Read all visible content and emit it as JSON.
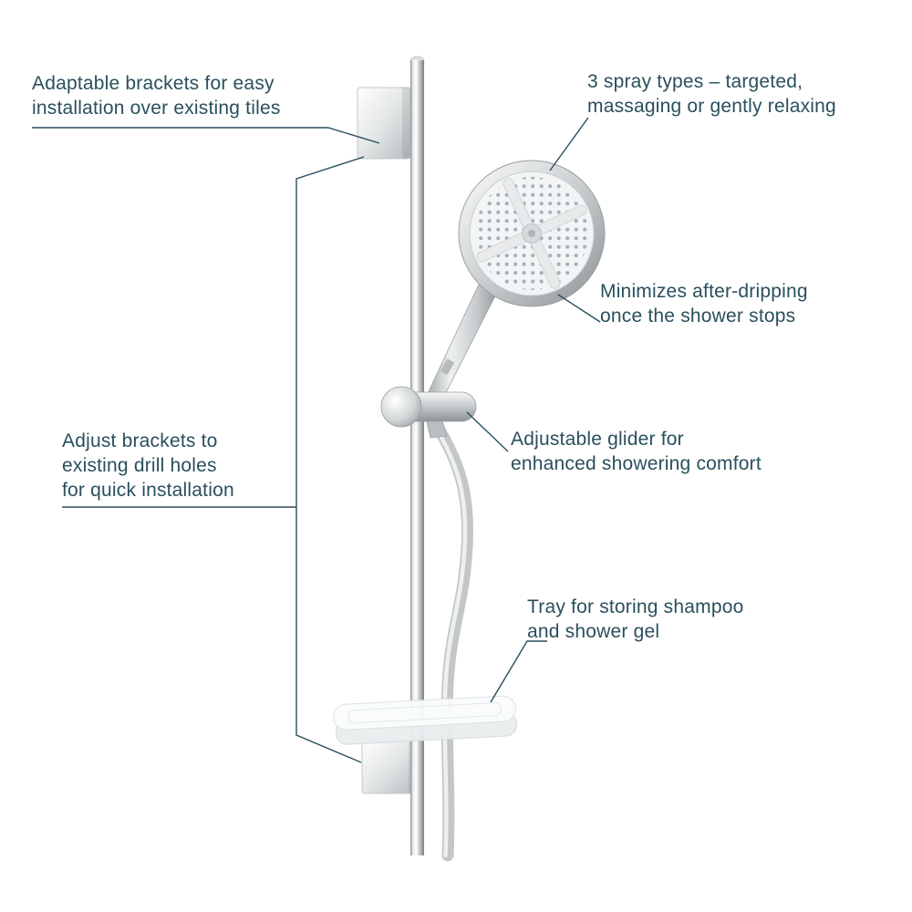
{
  "diagram": {
    "background": "#ffffff",
    "colors": {
      "text": "#2a4f5d",
      "line": "#2a4f5d"
    },
    "product": {
      "name": "shower-rail-set",
      "parts": [
        "wall-bracket-top",
        "shower-rail",
        "hand-shower-head",
        "shower-handle",
        "glider",
        "shower-hose",
        "storage-tray",
        "wall-bracket-bottom"
      ]
    },
    "callouts": {
      "brackets_top": {
        "lines": [
          "Adaptable brackets for easy",
          "installation over existing tiles"
        ]
      },
      "spray_types": {
        "lines": [
          "3 spray types – targeted,",
          "massaging or gently relaxing"
        ]
      },
      "after_dripping": {
        "lines": [
          "Minimizes after-dripping",
          "once the shower stops"
        ]
      },
      "adjust_brackets": {
        "lines": [
          "Adjust brackets to",
          "existing drill holes",
          "for quick installation"
        ]
      },
      "glider": {
        "lines": [
          "Adjustable glider for",
          "enhanced showering comfort"
        ]
      },
      "tray": {
        "lines": [
          "Tray for storing shampoo",
          "and shower gel"
        ]
      }
    }
  }
}
